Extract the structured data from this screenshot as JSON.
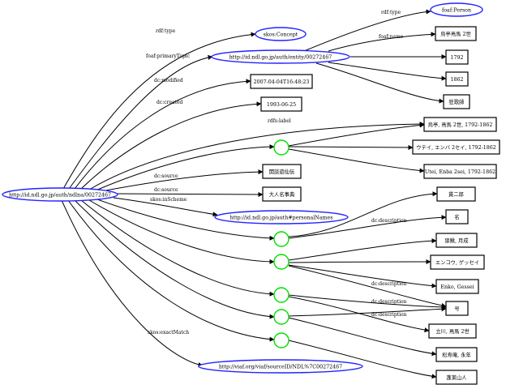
{
  "graph": {
    "uri_nodes": [
      {
        "id": "u_main",
        "text": "http://id.ndl.go.jp/auth/ndlna/00272467"
      },
      {
        "id": "u_skos",
        "text": "skos:Concept"
      },
      {
        "id": "u_entity",
        "text": "http://id.ndl.go.jp/auth/entity/00272467"
      },
      {
        "id": "u_person",
        "text": "foaf:Person"
      },
      {
        "id": "u_names",
        "text": "http://id.ndl.go.jp/auth#personalNames"
      },
      {
        "id": "u_viaf",
        "text": "http://viaf.org/viaf/sourceID/NDL%7C00272467"
      }
    ],
    "literal_nodes": [
      {
        "id": "l_name",
        "text": "烏亭焉馬 2世"
      },
      {
        "id": "l_1792",
        "text": "1792"
      },
      {
        "id": "l_1862",
        "text": "1862"
      },
      {
        "id": "l_kyoka",
        "text": "狂歌師"
      },
      {
        "id": "l_modified",
        "text": "2007-04-04T16:48:23"
      },
      {
        "id": "l_created",
        "text": "1993-06-25"
      },
      {
        "id": "l_label",
        "text": "烏亭, 焉馬 2世, 1792-1862"
      },
      {
        "id": "l_kana",
        "text": "ウテイ, エンバ 2セイ, 1792-1862"
      },
      {
        "id": "l_roma",
        "text": "Utei, Enba 2sei, 1792-1862"
      },
      {
        "id": "l_src1",
        "text": "開談遊仙伝"
      },
      {
        "id": "l_src2",
        "text": "大人名事典"
      },
      {
        "id": "l_jiro",
        "text": "貫二郎"
      },
      {
        "id": "l_mei",
        "text": "名"
      },
      {
        "id": "l_rokan",
        "text": "狼鰍, 月成"
      },
      {
        "id": "l_enko_kana",
        "text": "エンコウ, ゲッセイ"
      },
      {
        "id": "l_enko",
        "text": "Enko, Gessei"
      },
      {
        "id": "l_go",
        "text": "号"
      },
      {
        "id": "l_tatekawa",
        "text": "立川, 焉馬 2世"
      },
      {
        "id": "l_shoju",
        "text": "松寿庵, 永年"
      },
      {
        "id": "l_horai",
        "text": "蓬莱山人"
      }
    ],
    "edge_labels": {
      "rdf_type_main": "rdf:type",
      "primary_topic": "foaf:primaryTopic",
      "modified": "dc:modified",
      "created": "dc:created",
      "rdfs_label": "rdfs:label",
      "source_1": "dc:source",
      "source_2": "dc:source",
      "in_scheme": "skos:inScheme",
      "exact_match": "skos:exactMatch",
      "rdf_type_entity": "rdf:type",
      "foaf_name": "foaf:name",
      "desc_1": "dc:description",
      "desc_2": "dc:description",
      "desc_3": "dc:description",
      "desc_4": "dc:description"
    },
    "colors": {
      "uri_outline": "#2323ff",
      "blank_outline": "#00e000",
      "literal_outline": "#000000",
      "edge": "#000000"
    }
  }
}
